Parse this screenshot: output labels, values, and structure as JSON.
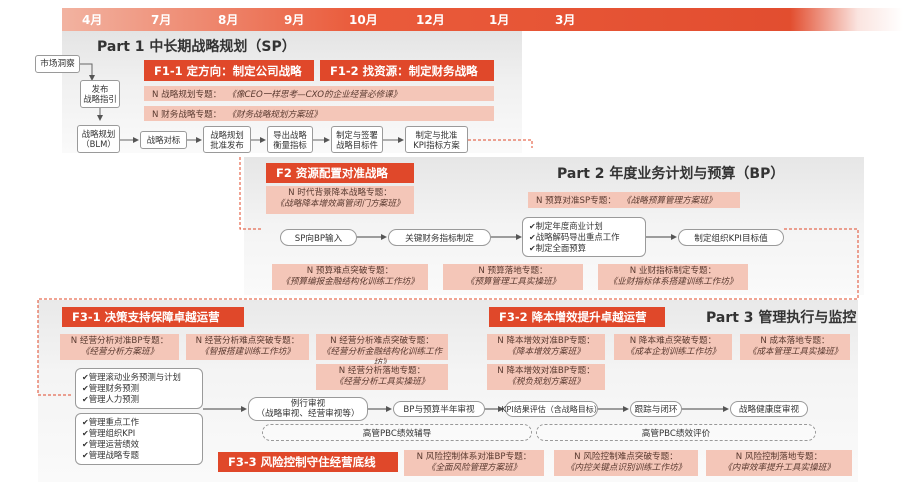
{
  "timeline": {
    "months": [
      "4月",
      "7月",
      "8月",
      "9月",
      "10月",
      "12月",
      "1月",
      "3月"
    ]
  },
  "part1": {
    "title": "Part 1 中长期战略规划（SP）",
    "market_insight": "市场洞察",
    "steps": [
      "发布\n战略指引",
      "战略规划\n（BLM）",
      "战略对标",
      "战略规划\n批准发布",
      "导出战略\n衡量指标",
      "制定与签署\n战略目标件",
      "制定与批准\nKPI指标方案"
    ],
    "f11": "F1-1 定方向：制定公司战略",
    "f12": "F1-2 找资源：制定财务战略",
    "topic1": {
      "label": "N 战略规划专题：",
      "course": "《像CEO一样思考—CXO的企业经营必修课》"
    },
    "topic2": {
      "label": "N 财务战略专题：",
      "course": "《财务战略规划方案班》"
    }
  },
  "part2": {
    "title": "Part 2 年度业务计划与预算（BP）",
    "f2": "F2  资源配置对准战略",
    "topic_left": {
      "label": "N 时代背景降本战略专题：",
      "course": "《战略降本增效高管闭门方案班》"
    },
    "topic_right": {
      "label": "N 预算对准SP专题：",
      "course": "《战略预算管理方案班》"
    },
    "flow": [
      "SP向BP输入",
      "关键财务指标制定",
      "制定组织KPI目标值"
    ],
    "checklist": [
      "制定年度商业计划",
      "战略解码导出重点工作",
      "制定全面预算"
    ],
    "topics_bottom": [
      {
        "label": "N 预算难点突破专题：",
        "course": "《预算编报金融结构化训练工作坊》"
      },
      {
        "label": "N 预算落地专题：",
        "course": "《预算管理工具实操班》"
      },
      {
        "label": "N 业财指标制定专题：",
        "course": "《业财指标体系搭建训练工作坊》"
      }
    ]
  },
  "part3": {
    "title": "Part 3 管理执行与监控",
    "f31": "F3-1 决策支持保障卓越运营",
    "f32": "F3-2 降本增效提升卓越运营",
    "f33": "F3-3  风险控制守住经营底线",
    "topics_top": [
      {
        "label": "N 经营分析对准BP专题：",
        "course": "《经营分析方案班》"
      },
      {
        "label": "N 经营分析难点突破专题：",
        "course": "《智报搭建训练工作坊》"
      },
      {
        "label": "N 经营分析难点突破专题：",
        "course": "《经营分析金融结构化训练工作坊》"
      },
      {
        "label": "N 降本增效对准BP专题：",
        "course": "《降本增效方案班》"
      },
      {
        "label": "N 降本难点突破专题：",
        "course": "《成本企划训练工作坊》"
      },
      {
        "label": "N 成本落地专题：",
        "course": "《成本管理工具实操班》"
      }
    ],
    "topic_mid_left": {
      "label": "N 经营分析落地专题：",
      "course": "《经营分析工具实操班》"
    },
    "topic_mid_right": {
      "label": "N 降本增效对准BP专题：",
      "course": "《税负规划方案班》"
    },
    "checklist1": [
      "管理滚动业务预测与计划",
      "管理财务预测",
      "管理人力预测"
    ],
    "checklist2": [
      "管理重点工作",
      "管理组织KPI",
      "管理运营绩效",
      "管理战略专题"
    ],
    "review": "例行审视\n（战略审视、经营审视等）",
    "flow": [
      "BP与预算半年审视",
      "KPI结果评估（含战略目标）",
      "跟踪与闭环",
      "战略健康度审视"
    ],
    "pbc1": "高管PBC绩效辅导",
    "pbc2": "高管PBC绩效评价",
    "topics_bottom": [
      {
        "label": "N 风险控制体系对准BP专题：",
        "course": "《全面风险管理方案班》"
      },
      {
        "label": "N 风险控制难点突破专题：",
        "course": "《内控关键点识别训练工作坊》"
      },
      {
        "label": "N 风险控制落地专题：",
        "course": "《内审效率提升工具实操班》"
      }
    ]
  }
}
